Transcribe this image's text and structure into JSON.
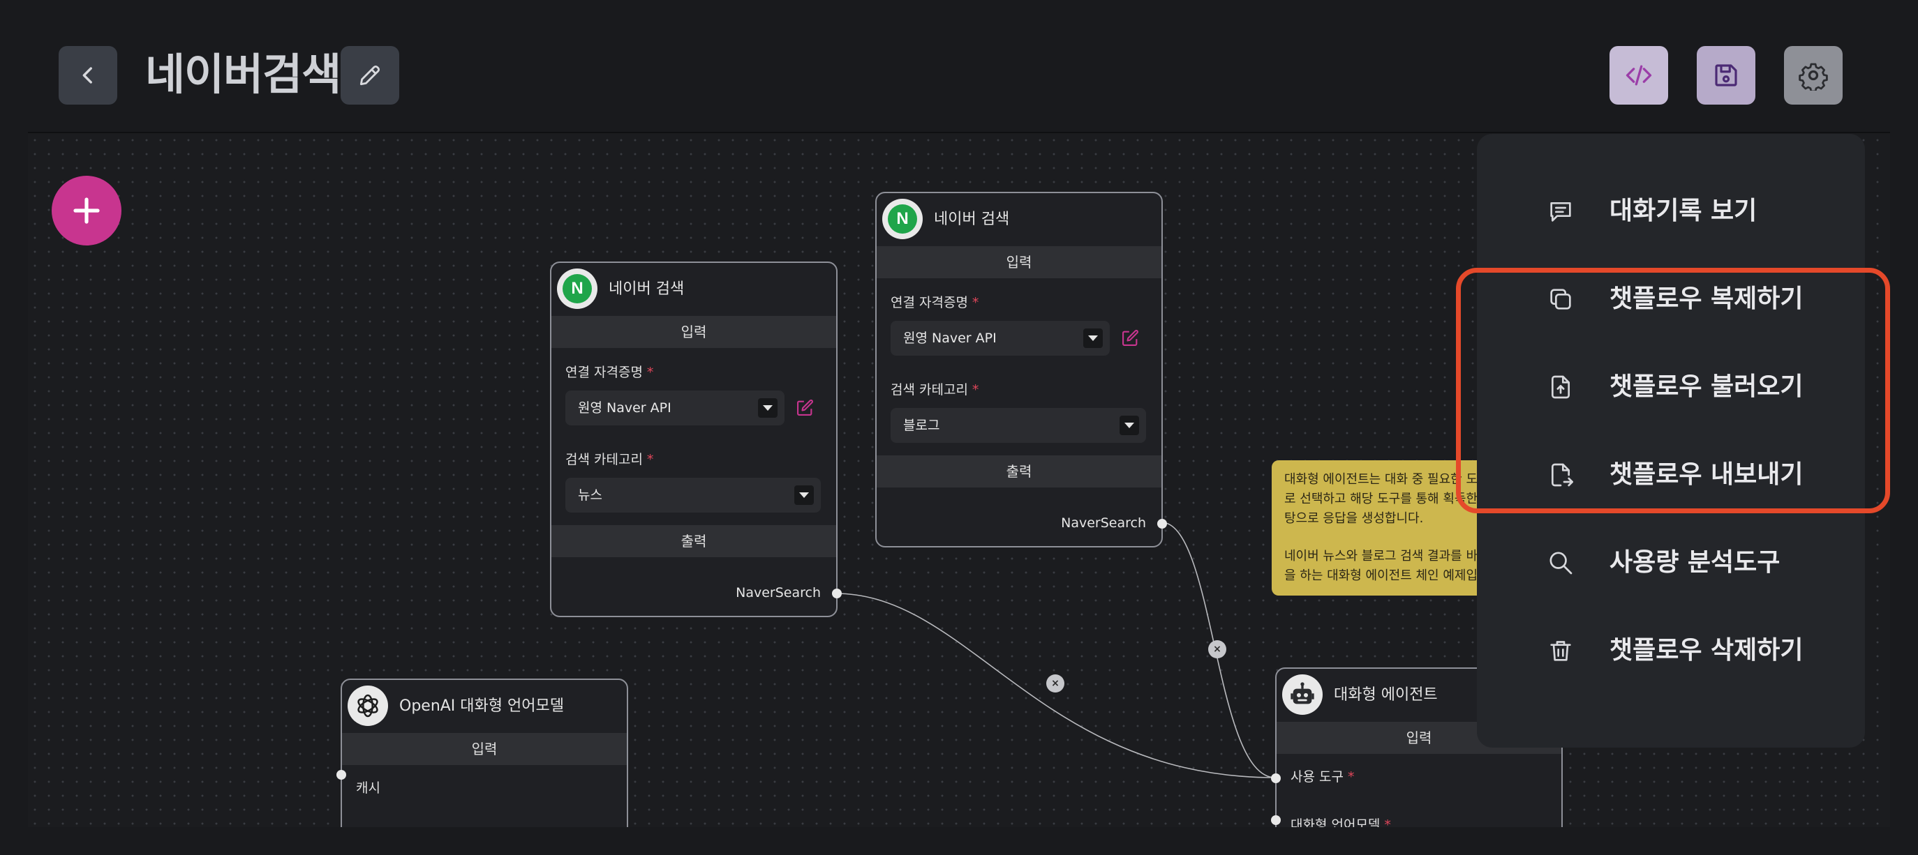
{
  "header": {
    "title": "네이버검색"
  },
  "nodes": {
    "naver1": {
      "title": "네이버 검색",
      "input_section": "입력",
      "credential_label": "연결 자격증명",
      "credential_value": "원영 Naver API",
      "category_label": "검색 카테고리",
      "category_value": "뉴스",
      "output_section": "출력",
      "output_name": "NaverSearch"
    },
    "naver2": {
      "title": "네이버 검색",
      "input_section": "입력",
      "credential_label": "연결 자격증명",
      "credential_value": "원영 Naver API",
      "category_label": "검색 카테고리",
      "category_value": "블로그",
      "output_section": "출력",
      "output_name": "NaverSearch"
    },
    "openai": {
      "title": "OpenAI 대화형 언어모델",
      "input_section": "입력",
      "field_cache": "캐시"
    },
    "agent": {
      "title": "대화형 에이전트",
      "input_section": "입력",
      "field_tools": "사용 도구",
      "field_model": "대화형 언어모델"
    }
  },
  "note": {
    "line1": "대화형 에이전트는 대화 중 필요한 도",
    "line2": "로 선택하고 해당 도구를 통해 획득한",
    "line3": "탕으로 응답을 생성합니다.",
    "line4": "네이버 뉴스와 블로그 검색 결과를 바",
    "line5": "을 하는 대화형 에이전트 체인 예제입"
  },
  "menu": {
    "items": [
      {
        "label": "대화기록 보기",
        "icon": "message-icon"
      },
      {
        "label": "챗플로우 복제하기",
        "icon": "copy-icon"
      },
      {
        "label": "챗플로우 불러오기",
        "icon": "file-upload-icon"
      },
      {
        "label": "챗플로우 내보내기",
        "icon": "file-export-icon"
      },
      {
        "label": "사용량 분석도구",
        "icon": "search-icon"
      },
      {
        "label": "챗플로우 삭제하기",
        "icon": "trash-icon"
      }
    ]
  },
  "colors": {
    "background": "#191a1d",
    "accent_pink": "#c8358f",
    "highlight": "#e5492a",
    "naver_green": "#1fa54a",
    "note_yellow": "#cdb74e"
  }
}
